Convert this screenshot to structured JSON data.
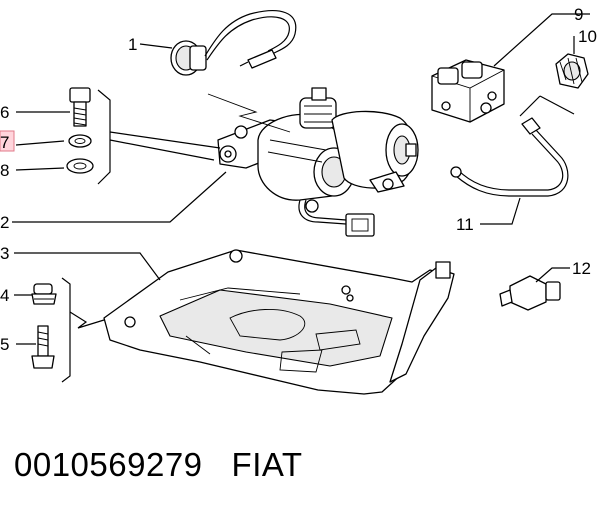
{
  "callouts": {
    "c1": "1",
    "c2": "2",
    "c3": "3",
    "c4": "4",
    "c5": "5",
    "c6": "6",
    "c7": "7",
    "c8": "8",
    "c9": "9",
    "c10": "10",
    "c11": "11",
    "c12": "12"
  },
  "highlighted_callout": "7",
  "footer": {
    "part_number": "0010569279",
    "brand": "FIAT"
  }
}
